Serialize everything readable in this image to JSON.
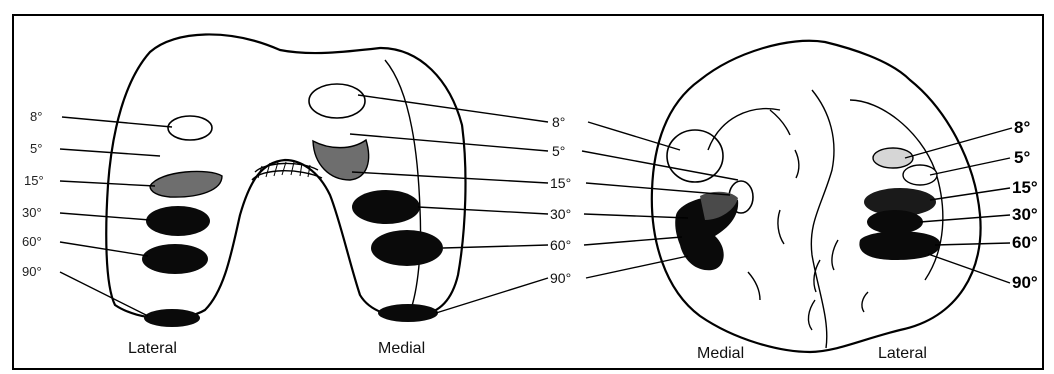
{
  "femur": {
    "lateral": {
      "angles": [
        "8°",
        "5°",
        "15°",
        "30°",
        "60°",
        "90°"
      ],
      "caption": "Lateral"
    },
    "medial": {
      "angles": [
        "8°",
        "5°",
        "15°",
        "30°",
        "60°",
        "90°"
      ],
      "caption": "Medial"
    }
  },
  "patella": {
    "medial": {
      "caption": "Medial"
    },
    "lateral": {
      "angles": [
        "8°",
        "5°",
        "15°",
        "30°",
        "60°",
        "90°"
      ],
      "caption": "Lateral"
    }
  },
  "colors": {
    "light_contact": "#ffffff",
    "mid_contact": "#6e6e6e",
    "dark_contact": "#0a0a0a",
    "outline": "#000000"
  }
}
